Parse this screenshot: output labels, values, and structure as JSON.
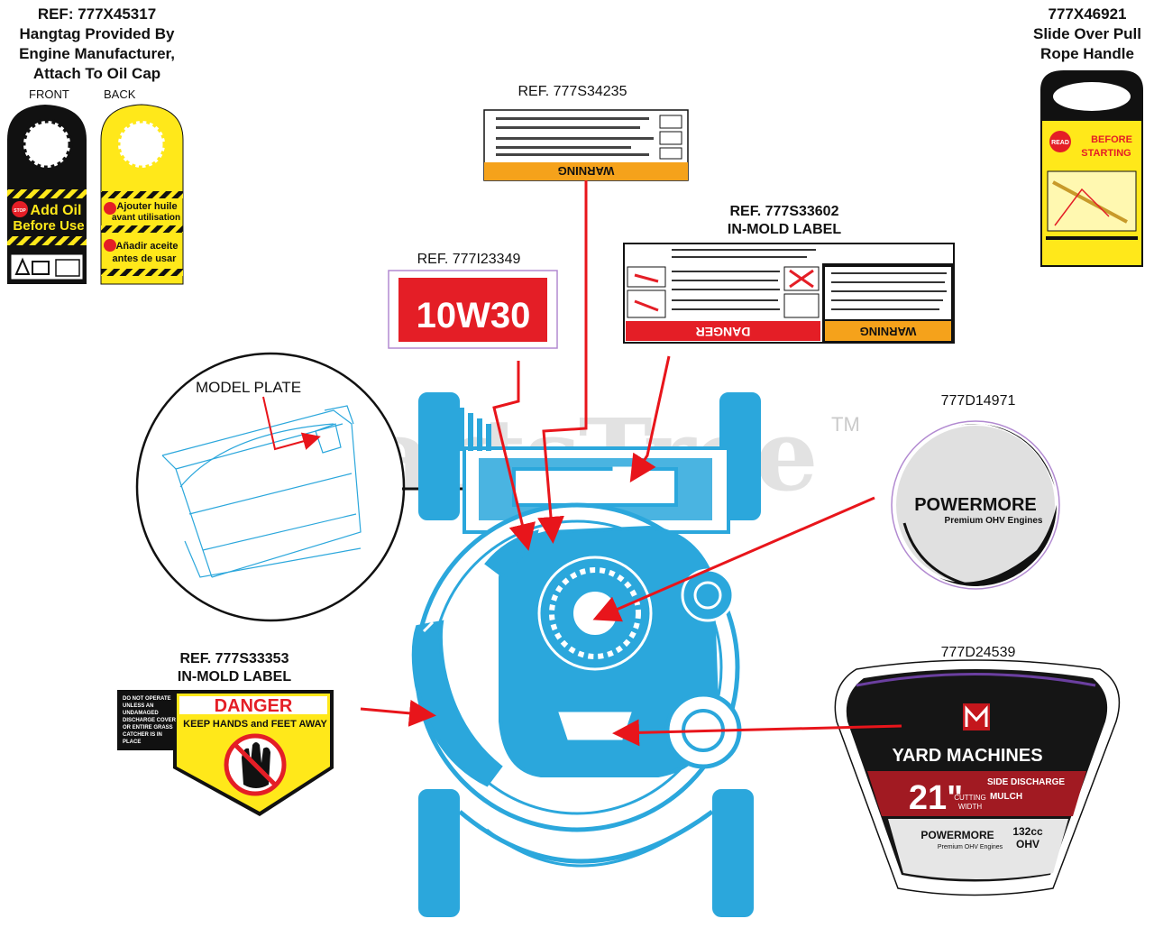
{
  "hangtag": {
    "ref": "REF: 777X45317",
    "line1": "Hangtag Provided By",
    "line2": "Engine Manufacturer,",
    "line3": "Attach To Oil Cap",
    "front_label": "FRONT",
    "back_label": "BACK",
    "front_stop": "STOP",
    "front_text1": "Add Oil",
    "front_text2": "Before Use",
    "back_text1": "Ajouter huile",
    "back_text2": "avant utilisation",
    "back_text3": "Añadir aceite",
    "back_text4": "antes de usar"
  },
  "rope_handle": {
    "ref": "777X46921",
    "line1": "Slide Over Pull",
    "line2": "Rope Handle",
    "read": "READ",
    "title1": "BEFORE",
    "title2": "STARTING"
  },
  "warning_decal": {
    "ref": "REF. 777S34235",
    "banner": "WARNING"
  },
  "oil_decal": {
    "ref": "REF. 777I23349",
    "text": "10W30"
  },
  "inmold_top": {
    "ref": "REF. 777S33602",
    "sub": "IN-MOLD LABEL",
    "danger": "DANGER",
    "warning": "WARNING"
  },
  "powermore_decal": {
    "ref": "777D14971",
    "brand": "POWERMORE",
    "tag": "Premium OHV Engines"
  },
  "yardmachines_decal": {
    "ref": "777D24539",
    "brand": "YARD MACHINES",
    "size": "21\"",
    "cut1": "CUTTING",
    "cut2": "WIDTH",
    "mode1": "SIDE DISCHARGE",
    "mode2": "MULCH",
    "engine": "POWERMORE",
    "engine_tag": "Premium OHV Engines",
    "cc": "132cc",
    "ohv": "OHV"
  },
  "inmold_left": {
    "ref": "REF. 777S33353",
    "sub": "IN-MOLD LABEL",
    "danger": "DANGER",
    "keep": "KEEP HANDS and FEET AWAY",
    "side1": "DO NOT OPERATE",
    "side2": "UNLESS AN",
    "side3": "UNDAMAGED",
    "side4": "DISCHARGE COVER",
    "side5": "OR ENTIRE GRASS",
    "side6": "CATCHER IS IN",
    "side7": "PLACE"
  },
  "model_plate": {
    "label": "MODEL PLATE"
  },
  "watermark": {
    "text": "PartsTree",
    "tm": "TM"
  },
  "colors": {
    "mower_blue": "#2ba7dc",
    "arrow_red": "#e8151b",
    "danger_red": "#e41e26",
    "warning_orange": "#f5a21b",
    "tag_yellow": "#ffe81a"
  }
}
